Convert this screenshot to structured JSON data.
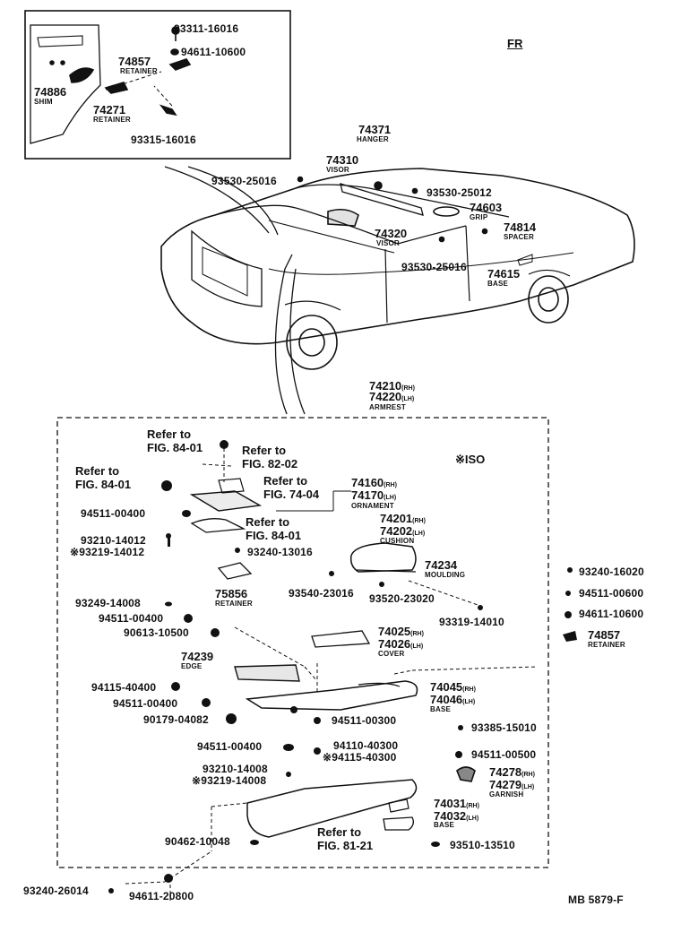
{
  "diagram_id": "MB 5879-F",
  "direction": "FR",
  "iso_note": "※ISO",
  "inset_parts": [
    {
      "id": "93311-16016"
    },
    {
      "id": "94611-10600"
    },
    {
      "id": "74857",
      "name": "RETAINER"
    },
    {
      "id": "74886",
      "name": "SHIM"
    },
    {
      "id": "74271",
      "name": "RETAINER"
    },
    {
      "id": "93315-16016"
    }
  ],
  "roof_parts": [
    {
      "id": "74371",
      "name": "HANGER"
    },
    {
      "id": "74310",
      "name": "VISOR"
    },
    {
      "id": "93530-25016"
    },
    {
      "id": "93530-25012"
    },
    {
      "id": "74603",
      "name": "GRIP"
    },
    {
      "id": "74814",
      "name": "SPACER"
    },
    {
      "id": "74320",
      "name": "VISOR"
    },
    {
      "id": "93530-25016"
    },
    {
      "id": "74615",
      "name": "BASE"
    }
  ],
  "armrest": {
    "rh": "74210",
    "lh": "74220",
    "rh_sfx": "(RH)",
    "lh_sfx": "(LH)",
    "name": "ARMREST"
  },
  "refs": [
    {
      "prefix": "Refer to",
      "fig": "FIG. 84-01"
    },
    {
      "prefix": "Refer to",
      "fig": "FIG. 82-02"
    },
    {
      "prefix": "Refer to",
      "fig": "FIG. 84-01"
    },
    {
      "prefix": "Refer to",
      "fig": "FIG. 74-04"
    },
    {
      "prefix": "Refer to",
      "fig": "FIG. 84-01"
    },
    {
      "prefix": "Refer to",
      "fig": "FIG. 81-21"
    }
  ],
  "pairs": [
    {
      "rh": "74160",
      "lh": "74170",
      "name": "ORNAMENT"
    },
    {
      "rh": "74201",
      "lh": "74202",
      "name": "CUSHION"
    },
    {
      "rh": "74025",
      "lh": "74026",
      "name": "COVER"
    },
    {
      "rh": "74045",
      "lh": "74046",
      "name": "BASE"
    },
    {
      "rh": "74278",
      "lh": "74279",
      "name": "GARNISH"
    },
    {
      "rh": "74031",
      "lh": "74032",
      "name": "BASE"
    }
  ],
  "singles": [
    {
      "id": "74234",
      "name": "MOULDING"
    },
    {
      "id": "75856",
      "name": "RETAINER"
    },
    {
      "id": "74239",
      "name": "EDGE"
    },
    {
      "id": "74857",
      "name": "RETAINER"
    }
  ],
  "fasteners": [
    "94511-00400",
    "93210-14012",
    "※93219-14012",
    "93240-13016",
    "93540-23016",
    "93520-23020",
    "93249-14008",
    "94511-00400",
    "93319-14010",
    "90613-10500",
    "94115-40400",
    "94511-00400",
    "90179-04082",
    "94511-00300",
    "94511-00400",
    "94110-40300",
    "※94115-40300",
    "93210-14008",
    "※93219-14008",
    "90462-10048",
    "93510-13510",
    "93240-16020",
    "94511-00600",
    "94611-10600",
    "93385-15010",
    "94511-00500",
    "93240-26014",
    "94611-20800"
  ]
}
